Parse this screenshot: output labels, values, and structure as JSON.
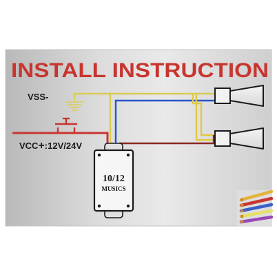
{
  "diagram": {
    "title": "INSTALL INSTRUCTION",
    "labels": {
      "ground": "VSS-",
      "power_prefix": "VCC",
      "power_symbol": "+",
      "power_voltage": ":12V/24V"
    },
    "module": {
      "line1": "10/12",
      "line2": "MUSICS"
    },
    "wire_colors": {
      "ground": "#d9cc52",
      "blue": "#2456c8",
      "red": "#c8352f",
      "brown": "#8a2a1e",
      "yellow": "#e2c844"
    },
    "title_color": "#c8352f"
  }
}
